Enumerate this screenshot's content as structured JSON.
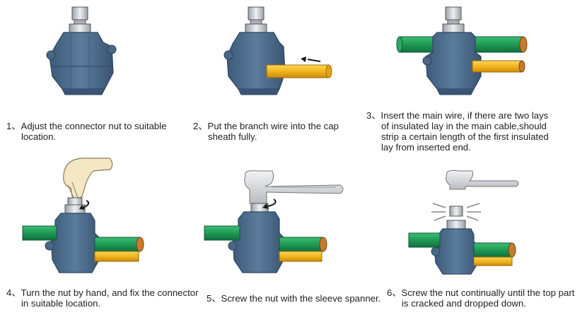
{
  "steps": [
    {
      "number": "1、",
      "lines": [
        "Adjust the connector nut to suitable",
        "location."
      ]
    },
    {
      "number": "2、",
      "lines": [
        "Put the branch wire into the cap",
        "sheath fully."
      ]
    },
    {
      "number": "3、",
      "lines": [
        "Insert the main wire, if there are two lays",
        "of insulated lay in the main cable,should",
        "strip a certain length of the first insulated",
        "lay from inserted end."
      ]
    },
    {
      "number": "4、",
      "lines": [
        "Turn the nut by hand, and fix the connector",
        "in suitable location."
      ]
    },
    {
      "number": "5、",
      "lines": [
        "Screw the nut with the sleeve spanner."
      ]
    },
    {
      "number": "6、",
      "lines": [
        "Screw the nut continually until the top part",
        "is cracked and dropped down."
      ]
    }
  ],
  "colors": {
    "connector_body": "#4f6f8f",
    "connector_dark": "#3a5573",
    "nut_metal": "#c9ced3",
    "main_wire": "#1e9a55",
    "branch_wire": "#f2b51d",
    "copper": "#c87a2c",
    "arrow": "#1a1a1a",
    "glove": "#f3e7c4",
    "spanner": "#d7dadd"
  },
  "icons": {
    "arrow": "arrow-icon",
    "glove": "hand-icon",
    "spanner": "spanner-icon"
  }
}
